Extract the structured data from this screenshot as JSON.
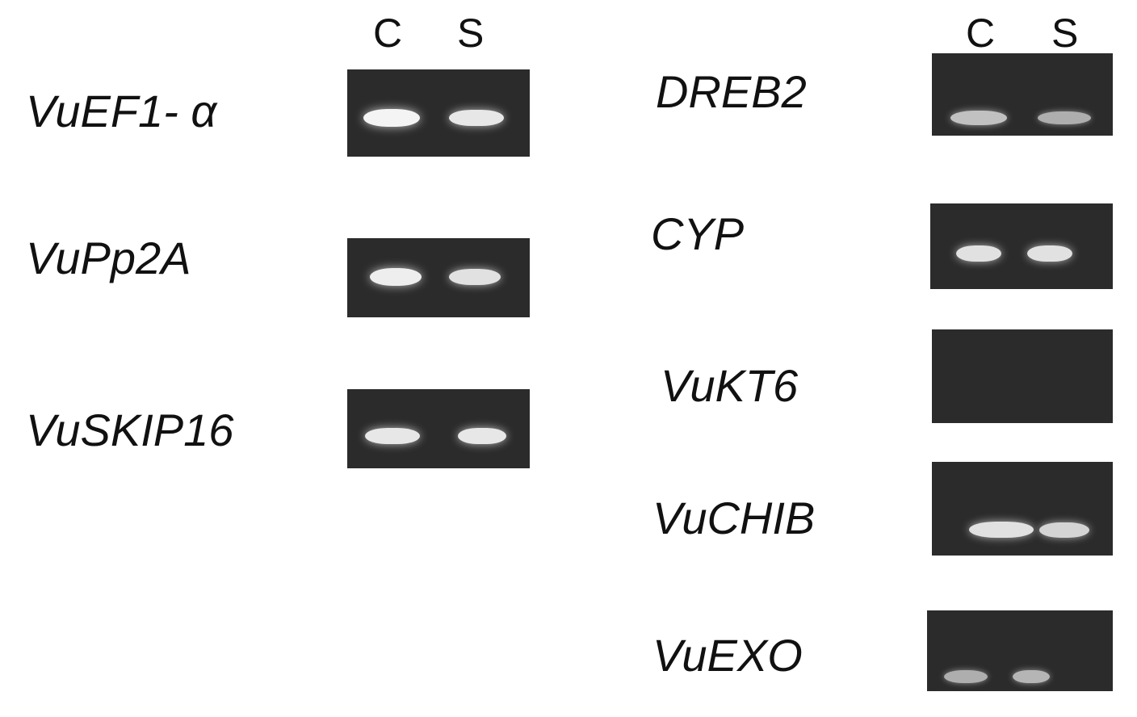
{
  "left": {
    "lanes": [
      "C",
      "S"
    ],
    "genes": [
      "VuEF1- α",
      "VuPp2A",
      "VuSKIP16"
    ]
  },
  "right": {
    "lanes": [
      "C",
      "S"
    ],
    "genes": [
      "DREB2",
      "CYP",
      "VuKT6",
      "VuCHIB",
      "VuEXO"
    ]
  },
  "gels": [
    {
      "gene": "VuEF1- α",
      "band_intensity_C": 1.0,
      "band_intensity_S": 0.9
    },
    {
      "gene": "VuPp2A",
      "band_intensity_C": 0.95,
      "band_intensity_S": 0.85
    },
    {
      "gene": "VuSKIP16",
      "band_intensity_C": 0.9,
      "band_intensity_S": 0.9
    },
    {
      "gene": "DREB2",
      "band_intensity_C": 0.6,
      "band_intensity_S": 0.45
    },
    {
      "gene": "CYP",
      "band_intensity_C": 0.85,
      "band_intensity_S": 0.85
    },
    {
      "gene": "VuKT6",
      "band_intensity_C": 0,
      "band_intensity_S": 0
    },
    {
      "gene": "VuCHIB",
      "band_intensity_C": 0.85,
      "band_intensity_S": 0.75
    },
    {
      "gene": "VuEXO",
      "band_intensity_C": 0.45,
      "band_intensity_S": 0.5
    }
  ],
  "colors": {
    "gel_background": "#2b2b2b",
    "band": "#ffffff",
    "text": "#111111"
  }
}
